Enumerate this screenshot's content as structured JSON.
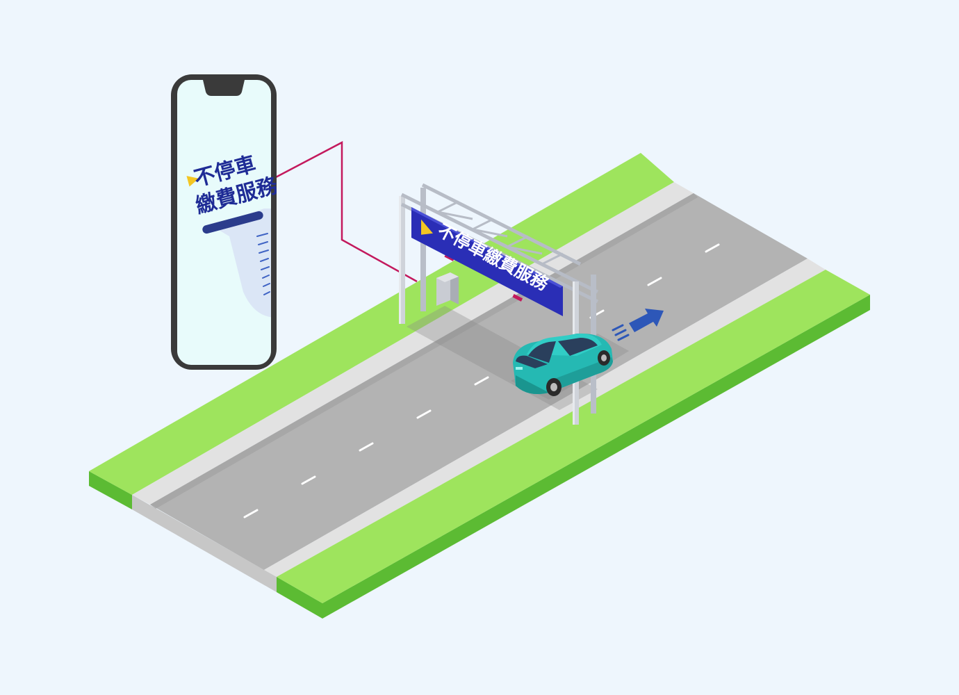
{
  "phone": {
    "title_line1": "不停車",
    "title_line2": "繳費服務"
  },
  "gantry": {
    "sign_text": "不停車繳費服務"
  },
  "colors": {
    "background": "#eef6fd",
    "grass_top": "#9ee45d",
    "grass_side": "#5cbb33",
    "road": "#b3b3b3",
    "road_side": "#8c8c8c",
    "curb": "#e2e2e2",
    "sign_blue": "#2a2eb6",
    "logo_yellow": "#f3c623",
    "car_teal": "#25b9b3",
    "arrow_blue": "#2d57b8",
    "connector_line": "#c3195d"
  },
  "icons": [
    "smartphone-icon",
    "receipt-icon",
    "gantry-icon",
    "car-icon",
    "arrow-right-icon",
    "logo-triangle-icon"
  ]
}
